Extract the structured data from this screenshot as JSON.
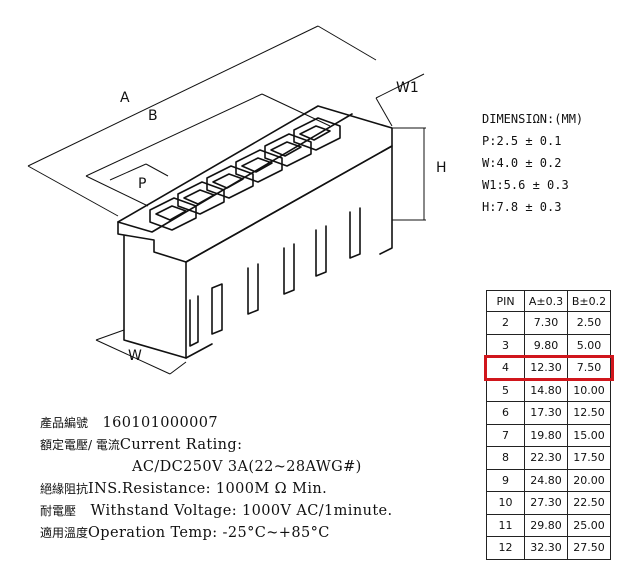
{
  "drawing_labels": {
    "A": "A",
    "B": "B",
    "P": "P",
    "W1": "W1",
    "H": "H",
    "W": "W"
  },
  "dimensions": {
    "heading": "DIMENSIΩN:(MM)",
    "items": [
      "P:2.5 ± 0.1",
      "W:4.0 ± 0.2",
      "W1:5.6 ± 0.3",
      "H:7.8 ± 0.3"
    ]
  },
  "specs": {
    "part_no_label": "產品編號",
    "part_no": "160101000007",
    "current_label": "額定電壓/ 電流",
    "current_text": "Current Rating:",
    "current_value": "AC/DC250V 3A(22~28AWG#)",
    "insulation_label": "絕緣阻抗",
    "insulation_text": "INS.Resistance: 1000M Ω Min.",
    "withstand_label": "耐電壓",
    "withstand_text": "Withstand Voltage: 1000V AC/1minute.",
    "temp_label": "適用溫度",
    "temp_text": "Operation Temp: -25°C~+85°C"
  },
  "table": {
    "headers": [
      "PIN",
      "A±0.3",
      "B±0.2"
    ],
    "rows": [
      [
        "2",
        "7.30",
        "2.50"
      ],
      [
        "3",
        "9.80",
        "5.00"
      ],
      [
        "4",
        "12.30",
        "7.50"
      ],
      [
        "5",
        "14.80",
        "10.00"
      ],
      [
        "6",
        "17.30",
        "12.50"
      ],
      [
        "7",
        "19.80",
        "15.00"
      ],
      [
        "8",
        "22.30",
        "17.50"
      ],
      [
        "9",
        "24.80",
        "20.00"
      ],
      [
        "10",
        "27.30",
        "22.50"
      ],
      [
        "11",
        "29.80",
        "25.00"
      ],
      [
        "12",
        "32.30",
        "27.50"
      ]
    ],
    "highlighted_row": "4",
    "highlight_color": "#d0161c"
  }
}
